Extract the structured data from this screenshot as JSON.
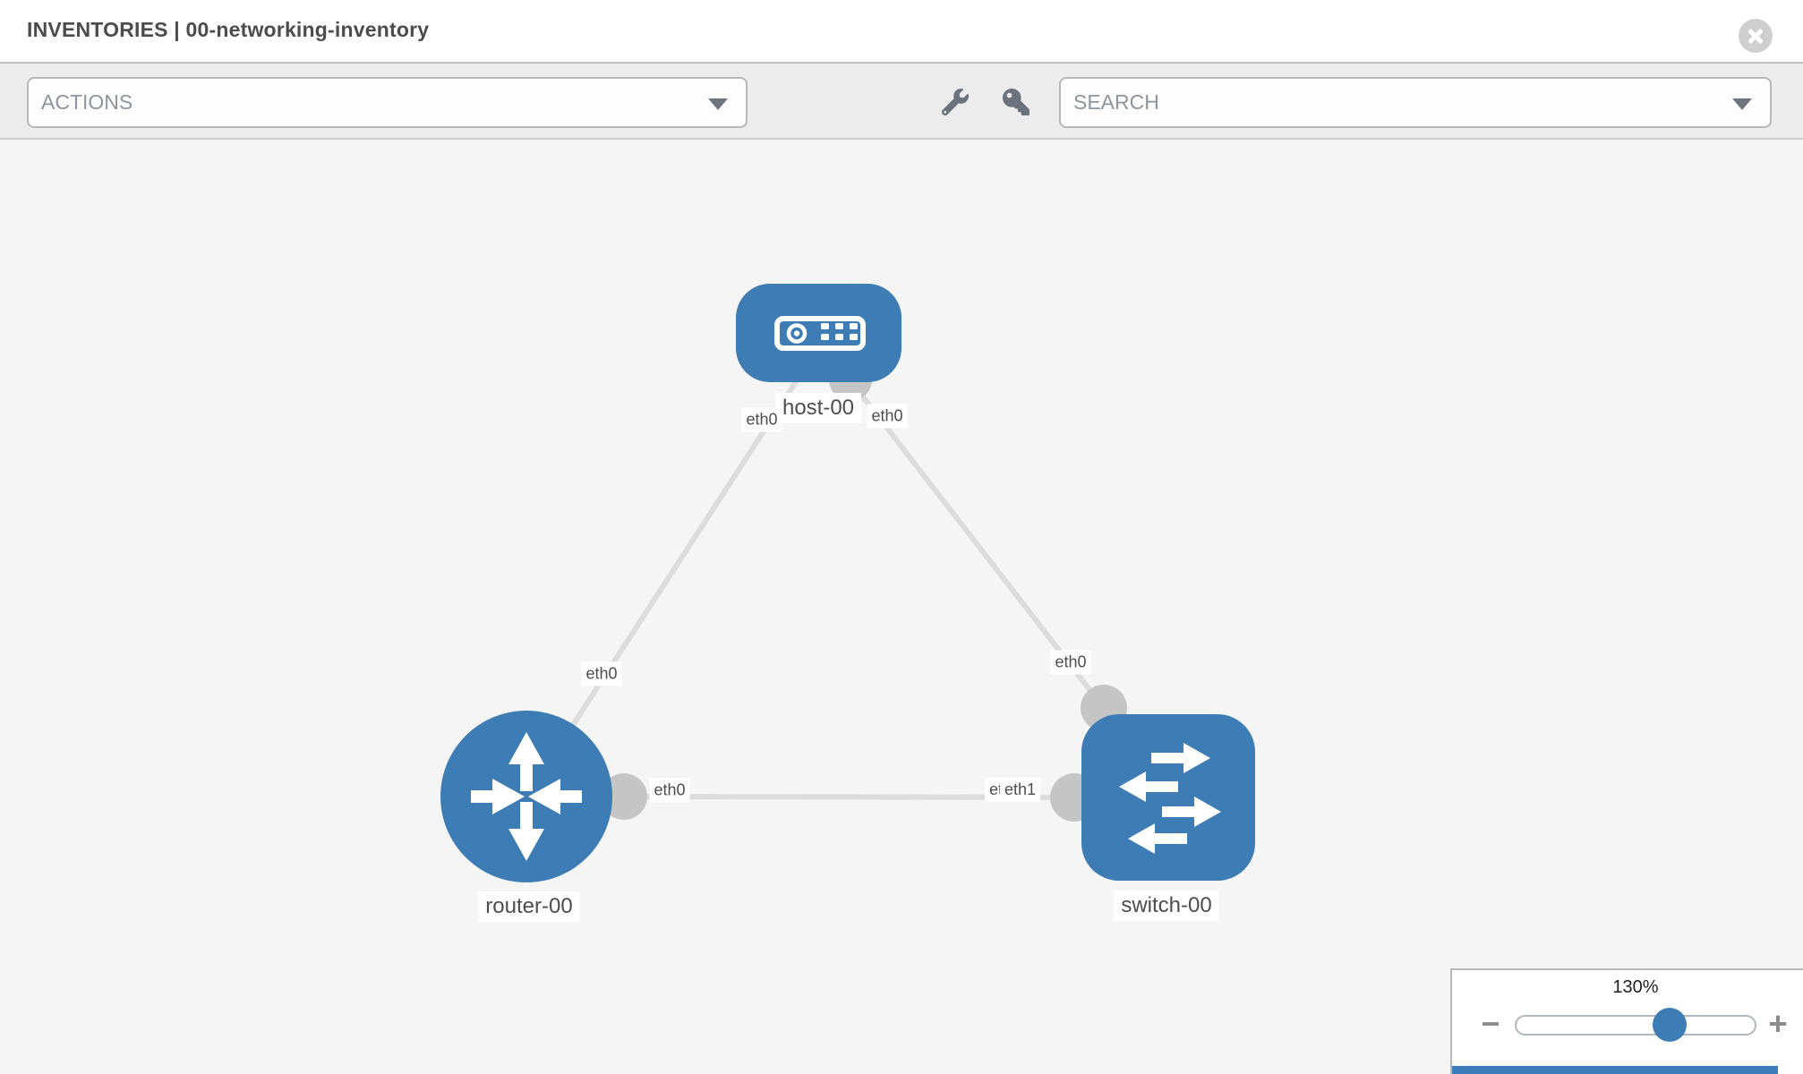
{
  "window": {
    "title": "INVENTORIES | 00-networking-inventory"
  },
  "icons": {
    "close": "circle-x",
    "wrench": "wrench",
    "key": "key",
    "dropdown_caret": "chevron-down",
    "host_glyph": "server",
    "router_glyph": "crossed-arrows",
    "switch_glyph": "exchange-arrows"
  },
  "toolbar": {
    "actions_placeholder": "ACTIONS",
    "search_placeholder": "SEARCH"
  },
  "topology": {
    "nodes": [
      {
        "type": "host",
        "label": "host-00"
      },
      {
        "type": "router",
        "label": "router-00"
      },
      {
        "type": "switch",
        "label": "switch-00"
      }
    ],
    "links": [
      {
        "from": "router-00",
        "to": "host-00",
        "from_if": "eth0",
        "to_if": "eth0"
      },
      {
        "from": "host-00",
        "to": "switch-00",
        "from_if": "eth0",
        "to_if": "eth0"
      },
      {
        "from": "router-00",
        "to": "switch-00",
        "from_if": "eth0",
        "to_if": "eth1",
        "to_if_overlapped": "eth0"
      }
    ]
  },
  "interface_labels": {
    "router_to_host_at_router": "eth0",
    "router_to_host_at_host": "eth0",
    "host_to_switch_at_host": "eth0",
    "host_to_switch_at_switch": "eth0",
    "router_to_switch_at_router": "eth0",
    "router_to_switch_at_switch_under": "eth0",
    "router_to_switch_at_switch": "eth1"
  },
  "zoom_control": {
    "level": "130%",
    "minus": "−",
    "plus": "+"
  },
  "colors": {
    "node_blue": "#3d7cb5",
    "link_gray": "#dcdcdc",
    "interface_gray": "#c5c5c5",
    "canvas_bg": "#f5f5f5",
    "toolbar_bg": "#ececec",
    "key_bar_blue": "#3c7dbc"
  }
}
